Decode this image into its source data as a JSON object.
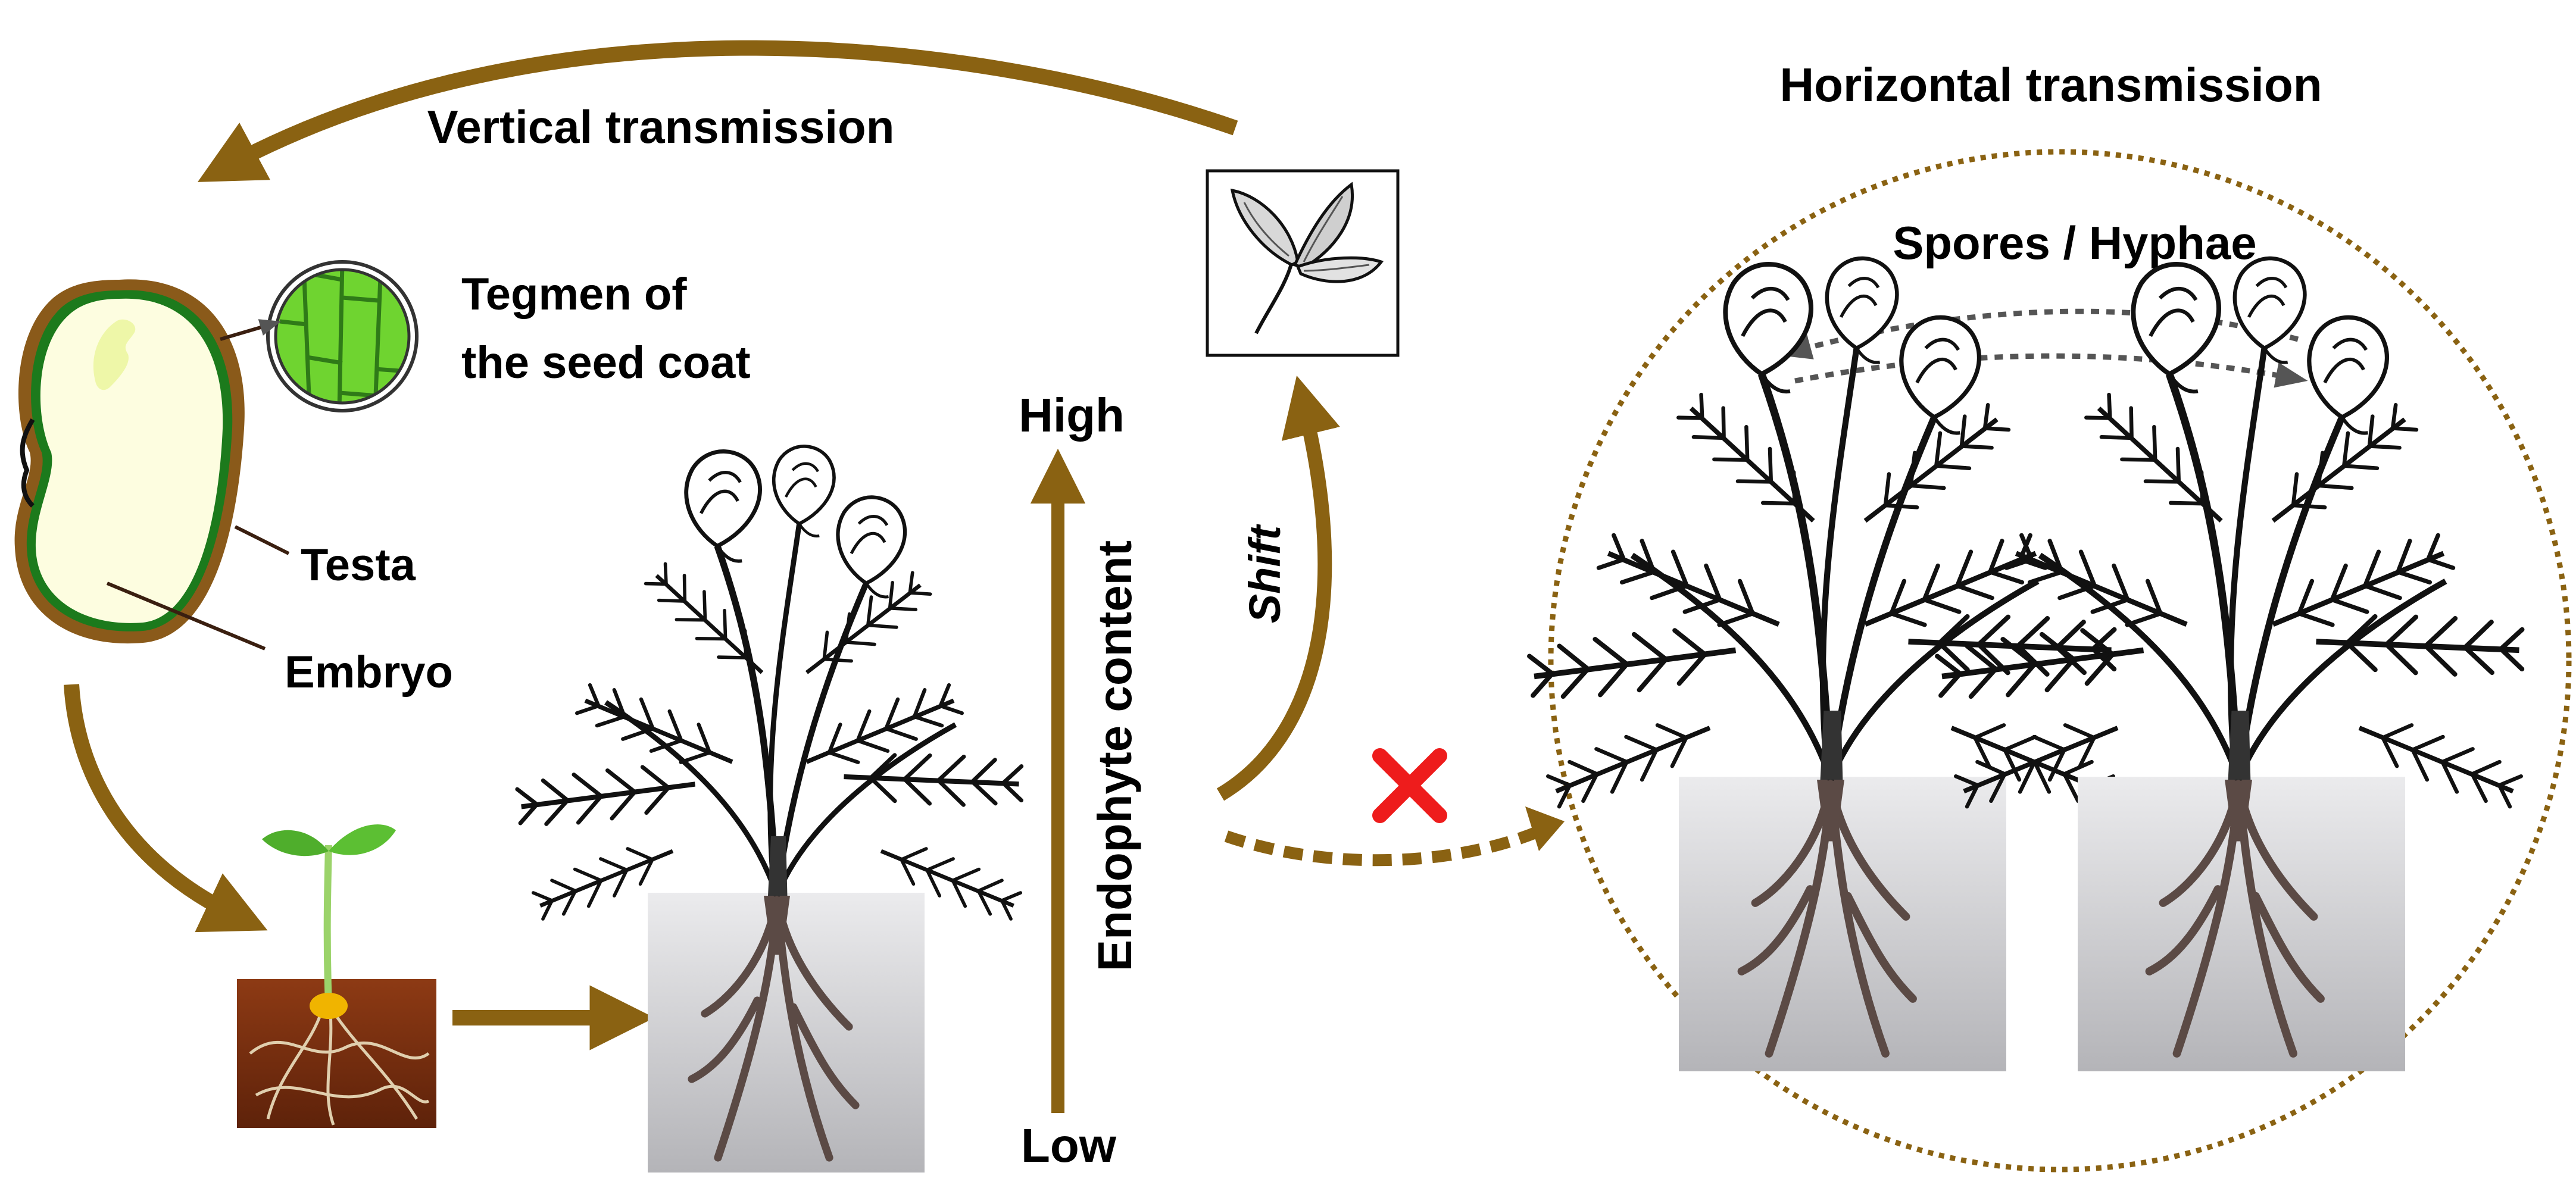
{
  "labels": {
    "vertical_transmission": "Vertical transmission",
    "horizontal_transmission": "Horizontal transmission",
    "spores_hyphae": "Spores / Hyphae",
    "tegmen_line1": "Tegmen of",
    "tegmen_line2": "the seed coat",
    "testa": "Testa",
    "embryo": "Embryo",
    "high": "High",
    "low": "Low",
    "endophyte_content": "Endophyte content",
    "shift": "Shift"
  },
  "colors": {
    "arrow_brown": "#8a6212",
    "seed_coat": "#8a5a1a",
    "seed_green": "#1c7a1c",
    "embryo_fill": "#fdfde0",
    "cotyledon": "#eef7a8",
    "tegmen_cell": "#6fd430",
    "soil": "#7a2e0e",
    "root": "#5b4a45",
    "cross_red": "#ee1c1c",
    "spore_arrow": "#555555"
  },
  "icons": {
    "cross": "red-x-icon",
    "seed": "seed-cross-section",
    "seedling": "seedling-in-soil",
    "plant": "astragalus-plant-illustration",
    "seed_pod": "seed-pod-illustration"
  }
}
